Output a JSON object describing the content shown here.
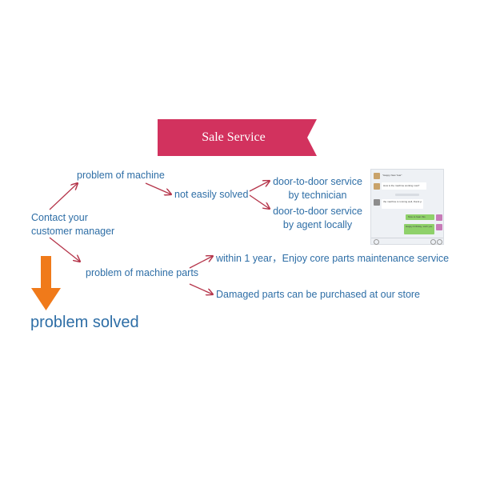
{
  "title": "Sale Service",
  "nodes": {
    "contact": [
      "Contact your",
      "customer manager"
    ],
    "problem_machine": "problem of machine",
    "not_easily_solved": "not easily solved",
    "door_tech": [
      "door-to-door service",
      "by technician"
    ],
    "door_agent": [
      "door-to-door service",
      "by agent locally"
    ],
    "problem_parts": "problem of machine parts",
    "within_year": "within 1 year，Enjoy core parts maintenance service",
    "damaged_parts": "Damaged parts can be purchased at our store",
    "solved": "problem solved"
  },
  "chat": {
    "msg1": "\"Happy New Year\"",
    "msg2": "How is the machine working now?",
    "msg3": "the machine is running well, thank you",
    "msg4": "Nice to hear this",
    "msg5": "Happy birthday, wish you all the best"
  },
  "colors": {
    "ribbon": "#d2325e",
    "text_blue": "#2e6ea6",
    "arrow_red": "#b5354a",
    "arrow_orange": "#f07a1a"
  }
}
